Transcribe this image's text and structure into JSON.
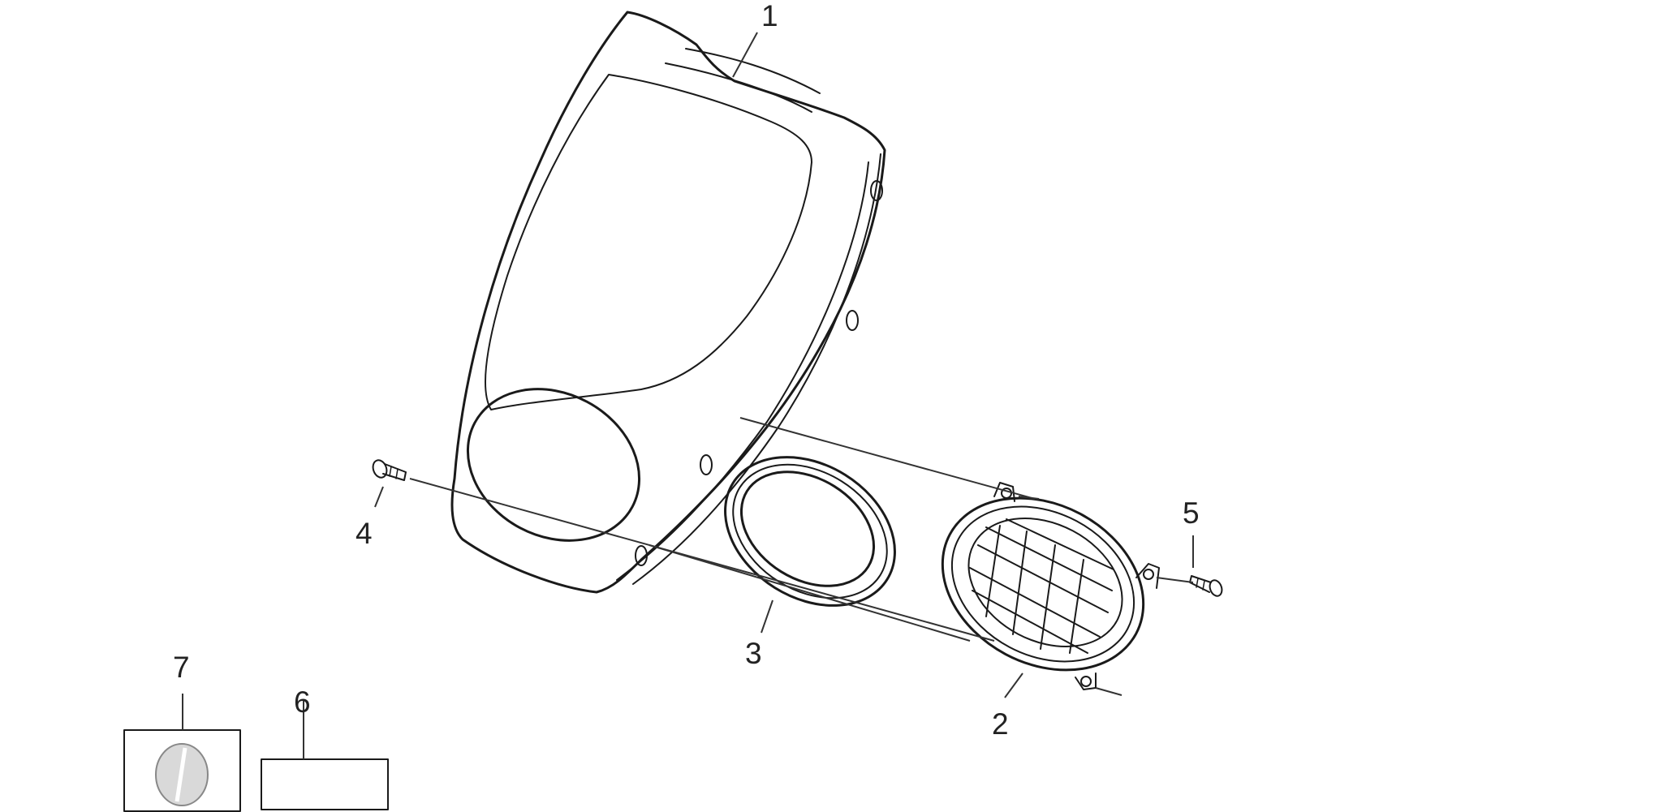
{
  "diagram": {
    "callouts": [
      {
        "id": "1",
        "label": "1"
      },
      {
        "id": "2",
        "label": "2"
      },
      {
        "id": "3",
        "label": "3"
      },
      {
        "id": "4",
        "label": "4"
      },
      {
        "id": "5",
        "label": "5"
      },
      {
        "id": "6",
        "label": "6"
      },
      {
        "id": "7",
        "label": "7"
      }
    ],
    "colors": {
      "line": "#1a1a1a",
      "background": "#ffffff",
      "knob_fill": "#d9d9d9"
    }
  }
}
